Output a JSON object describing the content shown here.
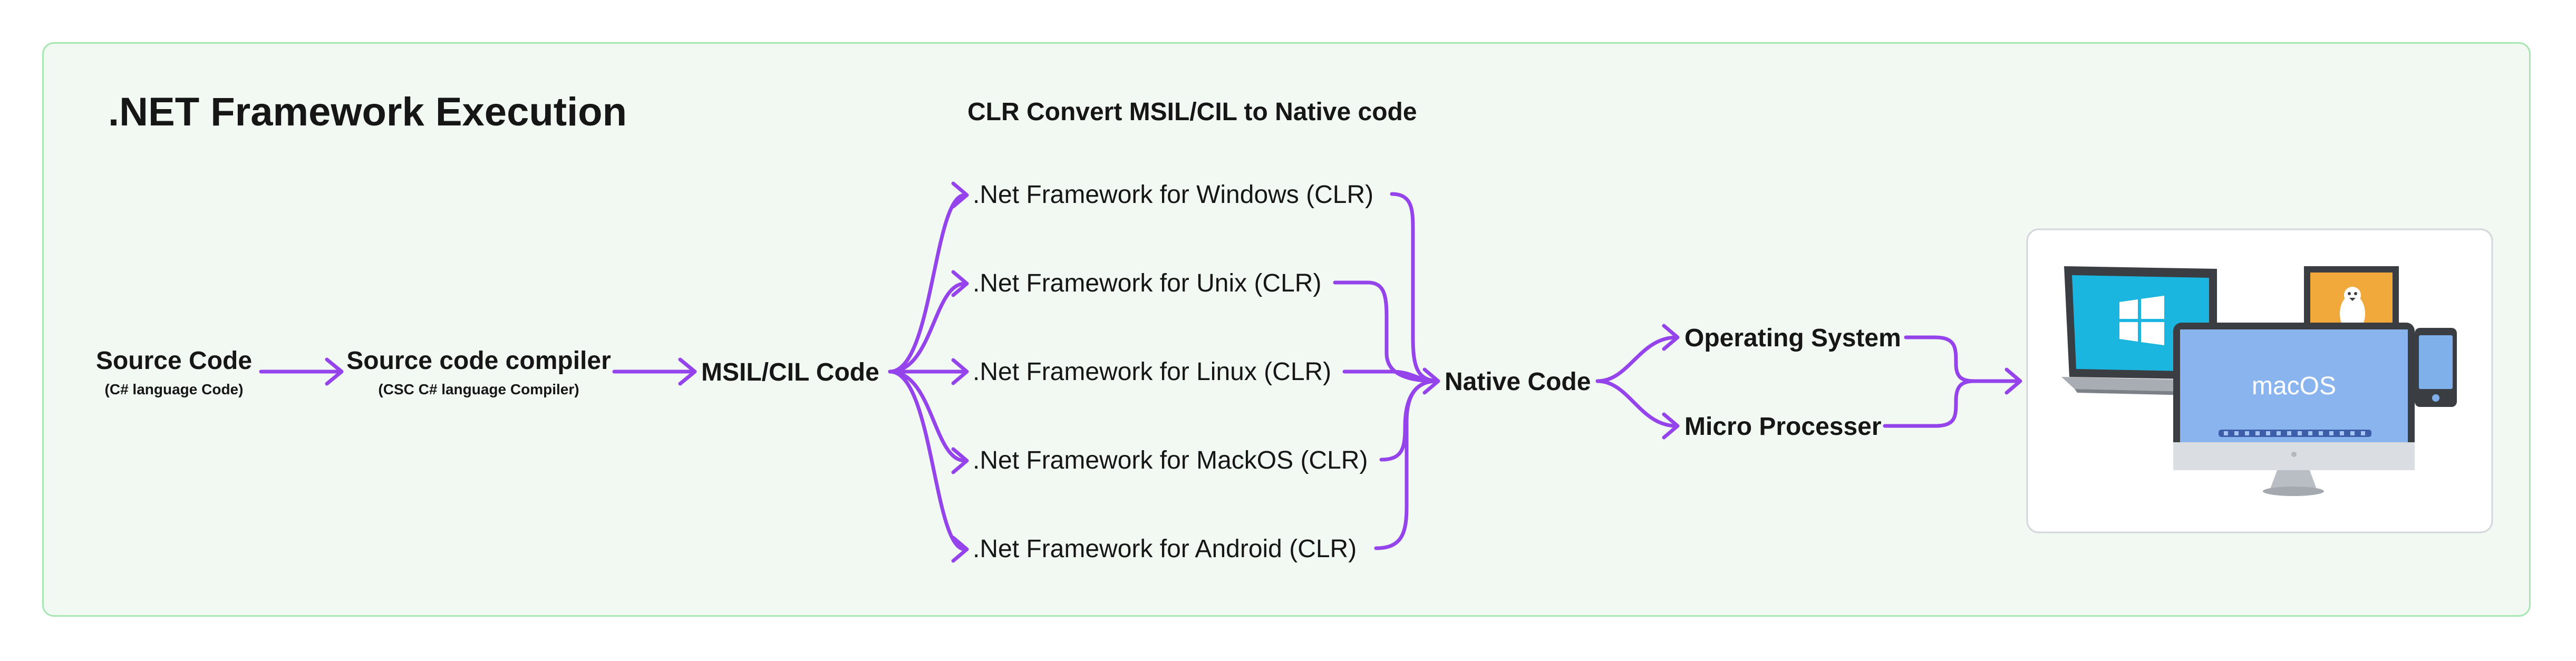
{
  "diagram": {
    "title": ".NET Framework Execution",
    "clr_heading": "CLR Convert MSIL/CIL to Native code",
    "source_code": {
      "label": "Source Code",
      "sublabel": "(C# language Code)"
    },
    "compiler": {
      "label": "Source code compiler",
      "sublabel": "(CSC C# language Compiler)"
    },
    "msil": {
      "label": "MSIL/CIL Code"
    },
    "frameworks": [
      ".Net Framework for Windows (CLR)",
      ".Net Framework for Unix (CLR)",
      ".Net Framework for Linux (CLR)",
      ".Net Framework for MackOS (CLR)",
      ".Net Framework for Android (CLR)"
    ],
    "native_code": {
      "label": "Native Code"
    },
    "operating_system": {
      "label": "Operating System"
    },
    "micro_processer": {
      "label": "Micro Processer"
    },
    "devices": {
      "screen_text": "macOS",
      "icons": [
        "windows-logo-icon",
        "linux-tux-icon"
      ]
    }
  },
  "colors": {
    "panel_background": "#f1f9f2",
    "panel_border": "#a6e6b1",
    "arrow": "#9544ec",
    "text": "#161616",
    "windows_screen": "#1bb6e0",
    "linux_screen": "#f2a93b",
    "mac_screen": "#8ab4ee"
  }
}
